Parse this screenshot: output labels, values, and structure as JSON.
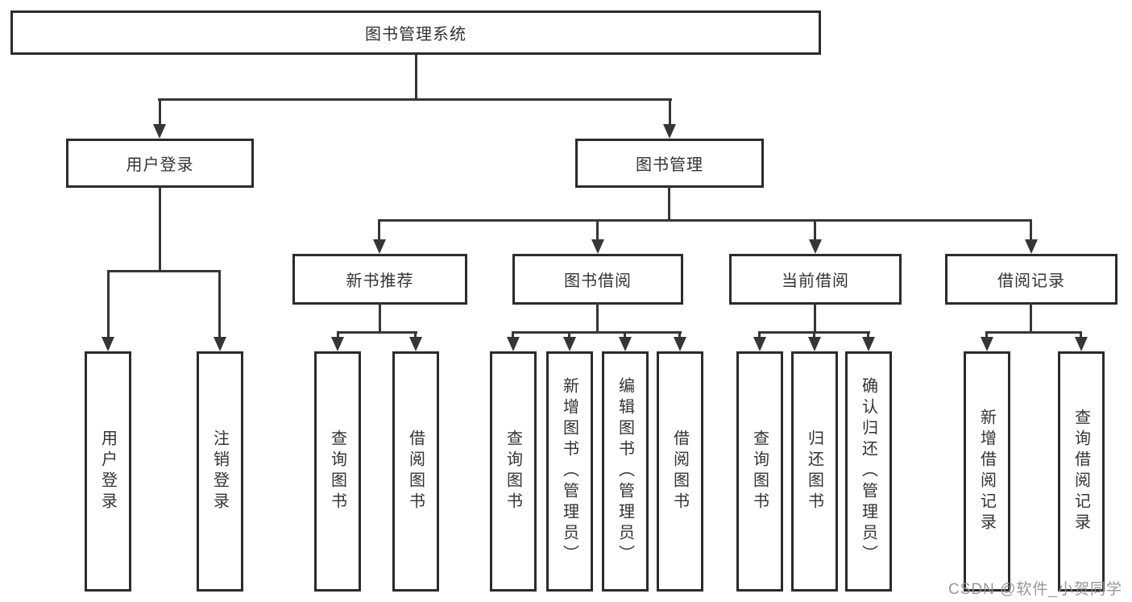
{
  "diagram_type": "hierarchy",
  "tree": {
    "label": "图书管理系统",
    "children": [
      {
        "label": "用户登录",
        "children": [
          {
            "label": "用户登录"
          },
          {
            "label": "注销登录"
          }
        ]
      },
      {
        "label": "图书管理",
        "children": [
          {
            "label": "新书推荐",
            "children": [
              {
                "label": "查询图书"
              },
              {
                "label": "借阅图书"
              }
            ]
          },
          {
            "label": "图书借阅",
            "children": [
              {
                "label": "查询图书"
              },
              {
                "label": "新增图书（管理员）"
              },
              {
                "label": "编辑图书（管理员）"
              },
              {
                "label": "借阅图书"
              }
            ]
          },
          {
            "label": "当前借阅",
            "children": [
              {
                "label": "查询图书"
              },
              {
                "label": "归还图书"
              },
              {
                "label": "确认归还（管理员）"
              }
            ]
          },
          {
            "label": "借阅记录",
            "children": [
              {
                "label": "新增借阅记录"
              },
              {
                "label": "查询借阅记录"
              }
            ]
          }
        ]
      }
    ]
  },
  "watermark": {
    "text": "CSDN @软件_小贺同学",
    "color": "#8f8f8f"
  },
  "colors": {
    "background": "#ffffff",
    "box_border": "#2b2b2b",
    "connector": "#363636",
    "text": "#333333"
  }
}
